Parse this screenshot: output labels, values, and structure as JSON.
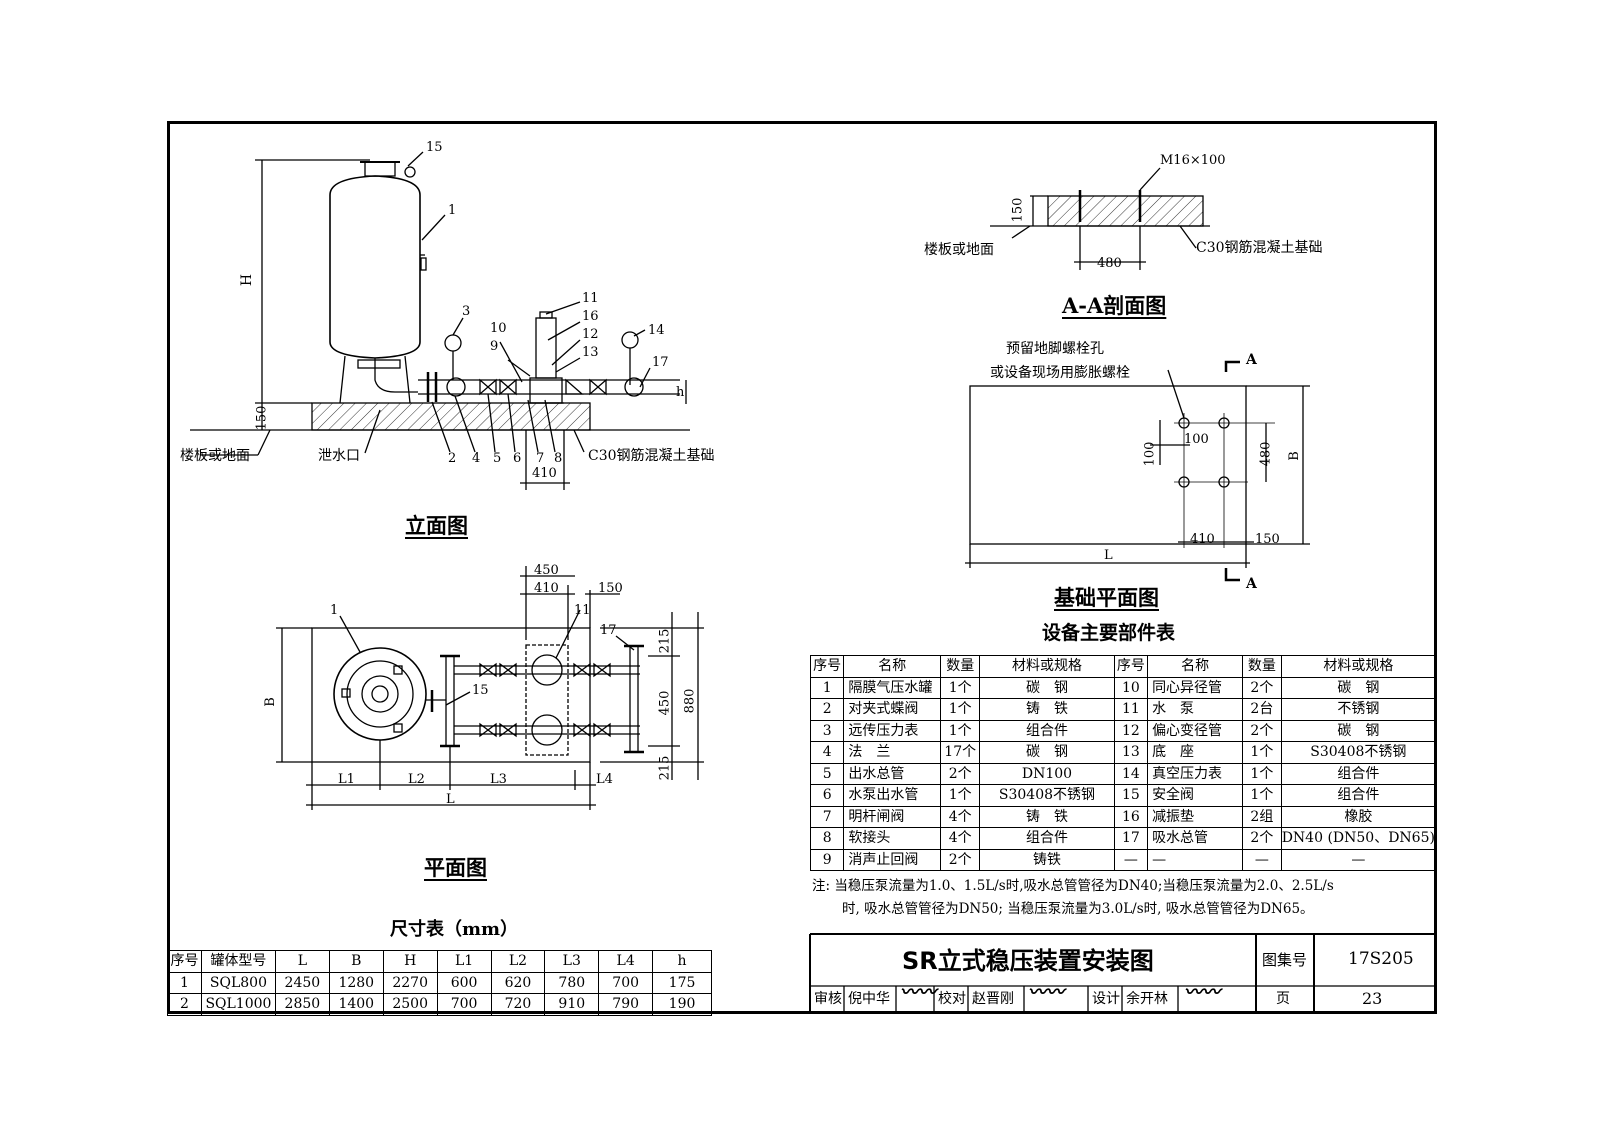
{
  "elevation": {
    "caption": "立面图",
    "dims": {
      "H": "H",
      "base": "150",
      "h": "h",
      "w410": "410"
    },
    "labels": {
      "floor": "楼板或地面",
      "drain": "泄水口",
      "concrete": "C30钢筋混凝土基础"
    },
    "top_nums": [
      "15",
      "1",
      "3",
      "11",
      "16",
      "12",
      "13",
      "14",
      "17",
      "10",
      "9"
    ],
    "bottom_nums": [
      "2",
      "4",
      "5",
      "6",
      "7",
      "8"
    ]
  },
  "section": {
    "caption": "A-A剖面图",
    "bolt": "M16×100",
    "dim150": "150",
    "dim480": "480",
    "floor": "楼板或地面",
    "concrete": "C30钢筋混凝土基础"
  },
  "foundation": {
    "caption": "基础平面图",
    "note1": "预留地脚螺栓孔",
    "note2": "或设备现场用膨胀螺栓",
    "dims": {
      "d100a": "100",
      "d100b": "100",
      "d480": "480",
      "B": "B",
      "d410": "410",
      "d150": "150",
      "L": "L"
    },
    "sec_mark": "A"
  },
  "plan": {
    "caption": "平面图",
    "nums": {
      "n1": "1",
      "n11": "11",
      "n17": "17",
      "n15": "15"
    },
    "dims": {
      "d450": "450",
      "d410": "410",
      "d150": "150",
      "d215a": "215",
      "d450v": "450",
      "d880": "880",
      "d215b": "215",
      "B": "B",
      "L1": "L1",
      "L2": "L2",
      "L3": "L3",
      "L4": "L4",
      "L": "L"
    }
  },
  "parts_table": {
    "title": "设备主要部件表",
    "headers": [
      "序号",
      "名称",
      "数量",
      "材料或规格",
      "序号",
      "名称",
      "数量",
      "材料或规格"
    ],
    "rows": [
      [
        "1",
        "隔膜气压水罐",
        "1个",
        "碳　钢",
        "10",
        "同心异径管",
        "2个",
        "碳　钢"
      ],
      [
        "2",
        "对夹式蝶阀",
        "1个",
        "铸　铁",
        "11",
        "水　泵",
        "2台",
        "不锈钢"
      ],
      [
        "3",
        "远传压力表",
        "1个",
        "组合件",
        "12",
        "偏心变径管",
        "2个",
        "碳　钢"
      ],
      [
        "4",
        "法　兰",
        "17个",
        "碳　钢",
        "13",
        "底　座",
        "1个",
        "S30408不锈钢"
      ],
      [
        "5",
        "出水总管",
        "2个",
        "DN100",
        "14",
        "真空压力表",
        "1个",
        "组合件"
      ],
      [
        "6",
        "水泵出水管",
        "1个",
        "S30408不锈钢",
        "15",
        "安全阀",
        "1个",
        "组合件"
      ],
      [
        "7",
        "明杆闸阀",
        "4个",
        "铸　铁",
        "16",
        "减振垫",
        "2组",
        "橡胶"
      ],
      [
        "8",
        "软接头",
        "4个",
        "组合件",
        "17",
        "吸水总管",
        "2个",
        "DN40 (DN50、DN65)"
      ],
      [
        "9",
        "消声止回阀",
        "2个",
        "铸铁",
        "—",
        "—",
        "—",
        "—"
      ]
    ],
    "note_line1": "注: 当稳压泵流量为1.0、1.5L/s时,吸水总管管径为DN40;当稳压泵流量为2.0、2.5L/s",
    "note_line2": "时, 吸水总管管径为DN50; 当稳压泵流量为3.0L/s时, 吸水总管管径为DN65。"
  },
  "dim_table": {
    "title": "尺寸表（mm）",
    "headers": [
      "序号",
      "罐体型号",
      "L",
      "B",
      "H",
      "L1",
      "L2",
      "L3",
      "L4",
      "h"
    ],
    "rows": [
      [
        "1",
        "SQL800",
        "2450",
        "1280",
        "2270",
        "600",
        "620",
        "780",
        "700",
        "175"
      ],
      [
        "2",
        "SQL1000",
        "2850",
        "1400",
        "2500",
        "700",
        "720",
        "910",
        "790",
        "190"
      ]
    ]
  },
  "title_block": {
    "title": "SR立式稳压装置安装图",
    "atlas_label": "图集号",
    "atlas_no": "17S205",
    "review_label": "审核",
    "reviewer": "倪中华",
    "check_label": "校对",
    "checker": "赵晋刚",
    "design_label": "设计",
    "designer": "余开林",
    "page_label": "页",
    "page_no": "23"
  }
}
